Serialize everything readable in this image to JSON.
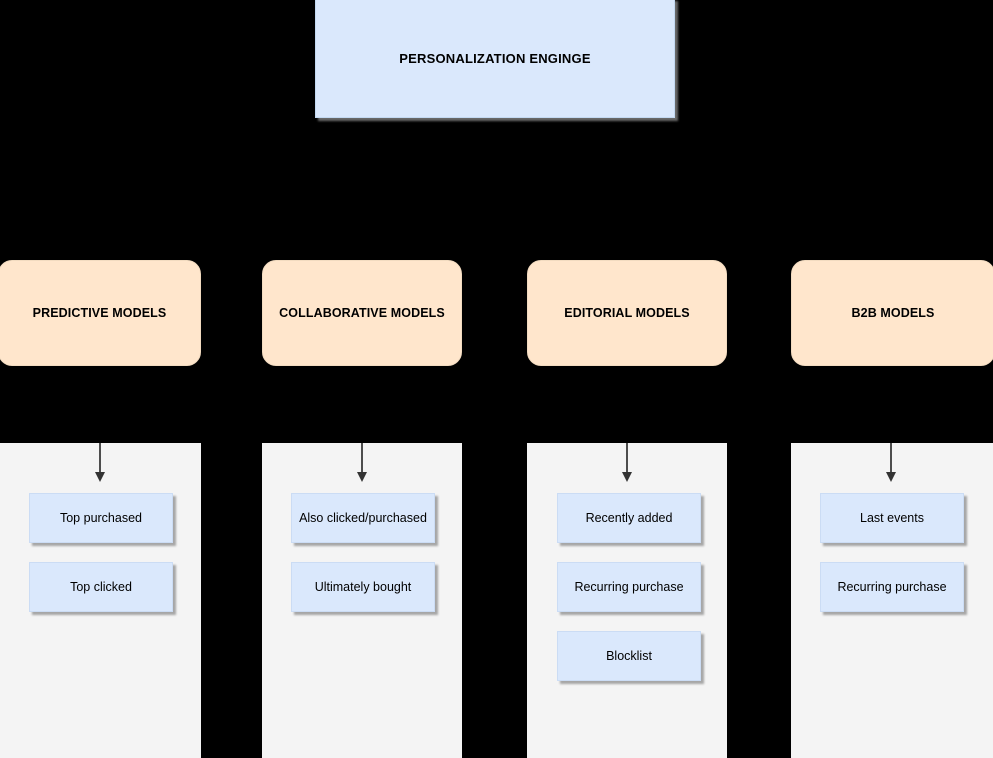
{
  "diagram": {
    "root": {
      "label": "PERSONALIZATION ENGINGE",
      "fill": "#dae8fc"
    },
    "columns": [
      {
        "model_label": "PREDICTIVE MODELS",
        "model_fill": "#ffe6cc",
        "panel_fill": "#f4f4f4",
        "arrow_icon": "down-arrow-icon",
        "leaves": [
          {
            "label": "Top purchased"
          },
          {
            "label": "Top clicked"
          }
        ]
      },
      {
        "model_label": "COLLABORATIVE MODELS",
        "model_fill": "#ffe6cc",
        "panel_fill": "#f4f4f4",
        "arrow_icon": "down-arrow-icon",
        "leaves": [
          {
            "label": "Also clicked/purchased"
          },
          {
            "label": "Ultimately bought"
          }
        ]
      },
      {
        "model_label": "EDITORIAL MODELS",
        "model_fill": "#ffe6cc",
        "panel_fill": "#f4f4f4",
        "arrow_icon": "down-arrow-icon",
        "leaves": [
          {
            "label": "Recently added"
          },
          {
            "label": "Recurring purchase"
          },
          {
            "label": "Blocklist"
          }
        ]
      },
      {
        "model_label": "B2B MODELS",
        "model_fill": "#ffe6cc",
        "panel_fill": "#f4f4f4",
        "arrow_icon": "down-arrow-icon",
        "leaves": [
          {
            "label": "Last events"
          },
          {
            "label": "Recurring purchase"
          }
        ]
      }
    ],
    "colors": {
      "background": "#000000",
      "leaf_fill": "#dae8fc",
      "arrow": "#4d4d4d"
    }
  }
}
